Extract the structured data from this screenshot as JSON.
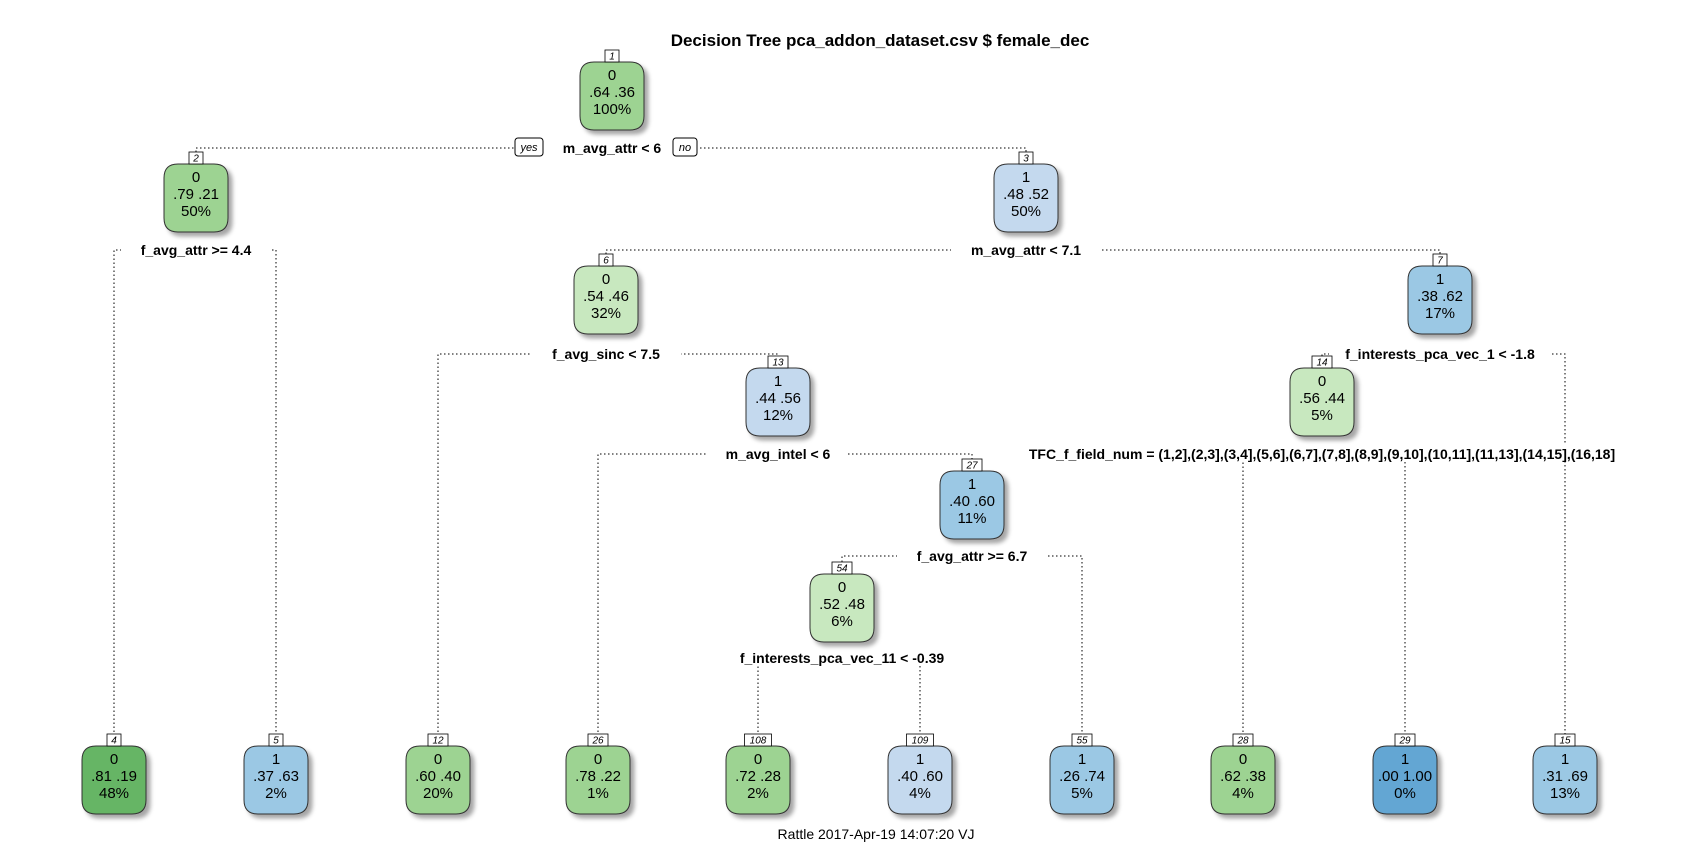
{
  "title": "Decision Tree pca_addon_dataset.csv $ female_dec",
  "footer": "Rattle 2017-Apr-19 14:07:20 VJ",
  "yes_label": "yes",
  "no_label": "no",
  "node_colors": {
    "green_dark": "#66b565",
    "green_mid": "#9dd392",
    "green_light": "#c8e8bf",
    "blue_light": "#c4d9ee",
    "blue_mid": "#9bc8e4",
    "blue_dark": "#63a6d3"
  },
  "nodes": [
    {
      "id": "1",
      "cls": "0",
      "probs": ".64  .36",
      "pct": "100%",
      "color": "green_mid"
    },
    {
      "id": "2",
      "cls": "0",
      "probs": ".79  .21",
      "pct": "50%",
      "color": "green_mid"
    },
    {
      "id": "3",
      "cls": "1",
      "probs": ".48  .52",
      "pct": "50%",
      "color": "blue_light"
    },
    {
      "id": "6",
      "cls": "0",
      "probs": ".54  .46",
      "pct": "32%",
      "color": "green_light"
    },
    {
      "id": "7",
      "cls": "1",
      "probs": ".38  .62",
      "pct": "17%",
      "color": "blue_mid"
    },
    {
      "id": "13",
      "cls": "1",
      "probs": ".44  .56",
      "pct": "12%",
      "color": "blue_light"
    },
    {
      "id": "14",
      "cls": "0",
      "probs": ".56  .44",
      "pct": "5%",
      "color": "green_light"
    },
    {
      "id": "27",
      "cls": "1",
      "probs": ".40  .60",
      "pct": "11%",
      "color": "blue_mid"
    },
    {
      "id": "54",
      "cls": "0",
      "probs": ".52  .48",
      "pct": "6%",
      "color": "green_light"
    },
    {
      "id": "4",
      "cls": "0",
      "probs": ".81  .19",
      "pct": "48%",
      "color": "green_dark"
    },
    {
      "id": "5",
      "cls": "1",
      "probs": ".37  .63",
      "pct": "2%",
      "color": "blue_mid"
    },
    {
      "id": "12",
      "cls": "0",
      "probs": ".60  .40",
      "pct": "20%",
      "color": "green_mid"
    },
    {
      "id": "26",
      "cls": "0",
      "probs": ".78  .22",
      "pct": "1%",
      "color": "green_mid"
    },
    {
      "id": "108",
      "cls": "0",
      "probs": ".72  .28",
      "pct": "2%",
      "color": "green_mid"
    },
    {
      "id": "109",
      "cls": "1",
      "probs": ".40  .60",
      "pct": "4%",
      "color": "blue_light"
    },
    {
      "id": "55",
      "cls": "1",
      "probs": ".26  .74",
      "pct": "5%",
      "color": "blue_mid"
    },
    {
      "id": "28",
      "cls": "0",
      "probs": ".62  .38",
      "pct": "4%",
      "color": "green_mid"
    },
    {
      "id": "29",
      "cls": "1",
      "probs": ".00  1.00",
      "pct": "0%",
      "color": "blue_dark"
    },
    {
      "id": "15",
      "cls": "1",
      "probs": ".31  .69",
      "pct": "13%",
      "color": "blue_mid"
    }
  ],
  "splits": [
    {
      "node": "1",
      "label": "m_avg_attr < 6"
    },
    {
      "node": "2",
      "label": "f_avg_attr >= 4.4"
    },
    {
      "node": "3",
      "label": "m_avg_attr < 7.1"
    },
    {
      "node": "6",
      "label": "f_avg_sinc < 7.5"
    },
    {
      "node": "7",
      "label": "f_interests_pca_vec_1 < -1.8"
    },
    {
      "node": "13",
      "label": "m_avg_intel < 6"
    },
    {
      "node": "14",
      "label": "TFC_f_field_num = (1,2],(2,3],(3,4],(5,6],(6,7],(7,8],(8,9],(9,10],(10,11],(11,13],(14,15],(16,18]"
    },
    {
      "node": "27",
      "label": "f_avg_attr >= 6.7"
    },
    {
      "node": "54",
      "label": "f_interests_pca_vec_11 < -0.39"
    }
  ]
}
